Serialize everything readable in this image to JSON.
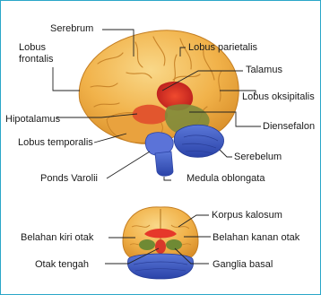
{
  "top_labels": {
    "serebrum": "Serebrum",
    "lobus_frontalis_1": "Lobus",
    "lobus_frontalis_2": "frontalis",
    "lobus_parietalis": "Lobus parietalis",
    "talamus": "Talamus",
    "lobus_oksipitalis": "Lobus oksipitalis",
    "hipotalamus": "Hipotalamus",
    "diensefalon": "Diensefalon",
    "lobus_temporalis": "Lobus temporalis",
    "serebelum": "Serebelum",
    "ponds_varolii": "Ponds Varolii",
    "medula_oblongata": "Medula oblongata"
  },
  "bottom_labels": {
    "korpus_kalosum": "Korpus kalosum",
    "belahan_kiri": "Belahan kiri otak",
    "belahan_kanan": "Belahan kanan otak",
    "otak_tengah": "Otak tengah",
    "ganglia_basal": "Ganglia basal"
  },
  "colors": {
    "frame": "#2aa6c8",
    "cortex": "#f1b24a",
    "cortex_light": "#f7cf7a",
    "thalamus": "#d8282a",
    "diencephalon": "#8a8f3c",
    "cerebellum": "#3a5fc4",
    "brainstem": "#4a5cc8"
  }
}
